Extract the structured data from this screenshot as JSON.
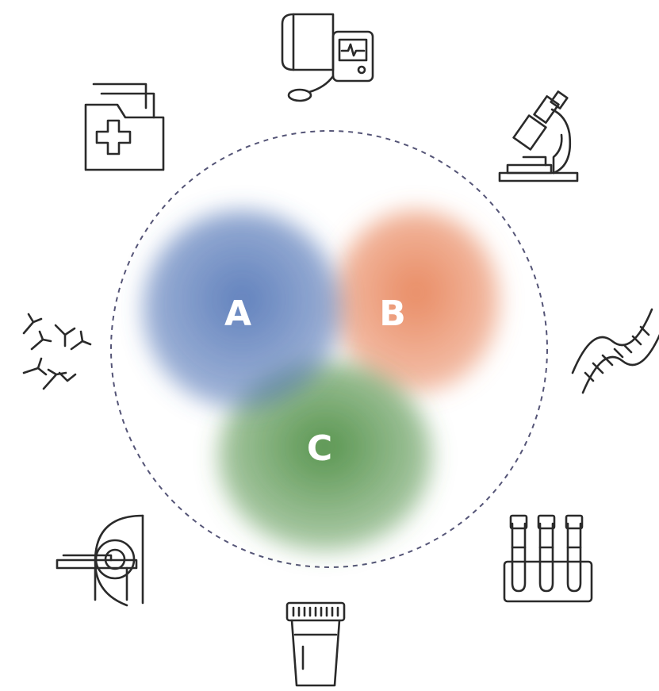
{
  "clusters": [
    {
      "label": "A",
      "color": "#4a6fb3"
    },
    {
      "label": "B",
      "color": "#e8855b"
    },
    {
      "label": "C",
      "color": "#4f8f45"
    }
  ],
  "ring_color": "#555577",
  "icons": [
    "blood-pressure-monitor-icon",
    "microscope-icon",
    "dna-helix-icon",
    "test-tubes-rack-icon",
    "specimen-cup-icon",
    "mri-scanner-icon",
    "antibodies-icon",
    "medical-record-folder-icon"
  ]
}
